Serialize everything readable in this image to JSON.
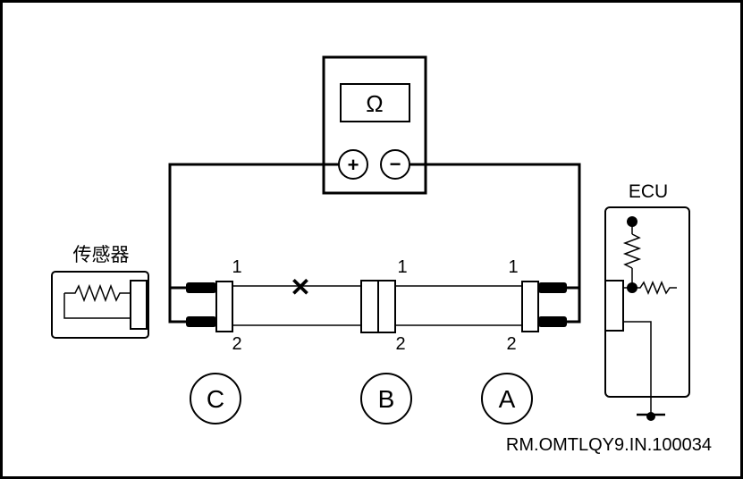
{
  "meter": {
    "symbol": "Ω",
    "plus": "+",
    "minus": "−"
  },
  "ecu": {
    "label": "ECU"
  },
  "sensor": {
    "label": "传感器"
  },
  "pins": {
    "c_top": "1",
    "c_bottom": "2",
    "b_top": "1",
    "b_bottom": "2",
    "a_top": "1",
    "a_bottom": "2"
  },
  "connectors": {
    "c": "C",
    "b": "B",
    "a": "A"
  },
  "open_circuit_mark": "✕",
  "reference": "RM.OMTLQY9.IN.100034"
}
